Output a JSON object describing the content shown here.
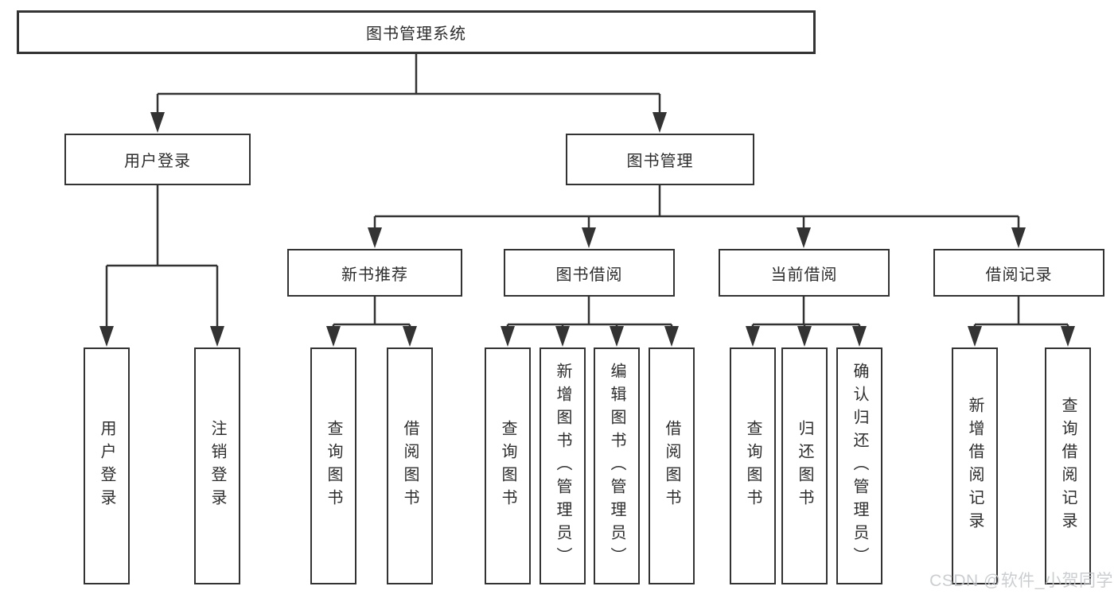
{
  "tree": {
    "root": {
      "label": "图书管理系统"
    },
    "branches": [
      {
        "label": "用户登录",
        "children": [
          "用户登录",
          "注销登录"
        ]
      },
      {
        "label": "图书管理",
        "children": [
          {
            "label": "新书推荐",
            "children": [
              "查询图书",
              "借阅图书"
            ]
          },
          {
            "label": "图书借阅",
            "children": [
              "查询图书",
              "新增图书（管理员）",
              "编辑图书（管理员）",
              "借阅图书"
            ]
          },
          {
            "label": "当前借阅",
            "children": [
              "查询图书",
              "归还图书",
              "确认归还（管理员）"
            ]
          },
          {
            "label": "借阅记录",
            "children": [
              "新增借阅记录",
              "查询借阅记录"
            ]
          }
        ]
      }
    ]
  },
  "watermark": {
    "text": "CSDN @软件_小贺同学"
  },
  "colors": {
    "line": "#333333",
    "box_border": "#333333",
    "text": "#2d2d2d",
    "watermark": "#c5c9cd",
    "background": "#ffffff"
  }
}
